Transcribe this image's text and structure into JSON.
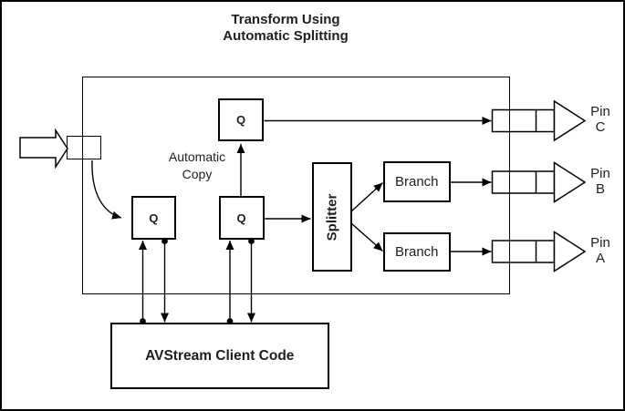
{
  "title": {
    "line1": "Transform Using",
    "line2": "Automatic Splitting"
  },
  "filter": {
    "copy_queue": {
      "label": "Q"
    },
    "input_queue": {
      "label": "Q"
    },
    "transform_queue": {
      "label": "Q"
    },
    "automatic_copy": {
      "line1": "Automatic",
      "line2": "Copy"
    },
    "splitter": {
      "label": "Splitter"
    },
    "branch_top": {
      "label": "Branch"
    },
    "branch_bottom": {
      "label": "Branch"
    }
  },
  "pins": {
    "pin_c": {
      "line1": "Pin",
      "line2": "C"
    },
    "pin_b": {
      "line1": "Pin",
      "line2": "B"
    },
    "pin_a": {
      "line1": "Pin",
      "line2": "A"
    }
  },
  "client": {
    "label": "AVStream Client Code"
  },
  "colors": {
    "stroke": "#000000",
    "text": "#1f1f1f",
    "background": "#ffffff"
  }
}
